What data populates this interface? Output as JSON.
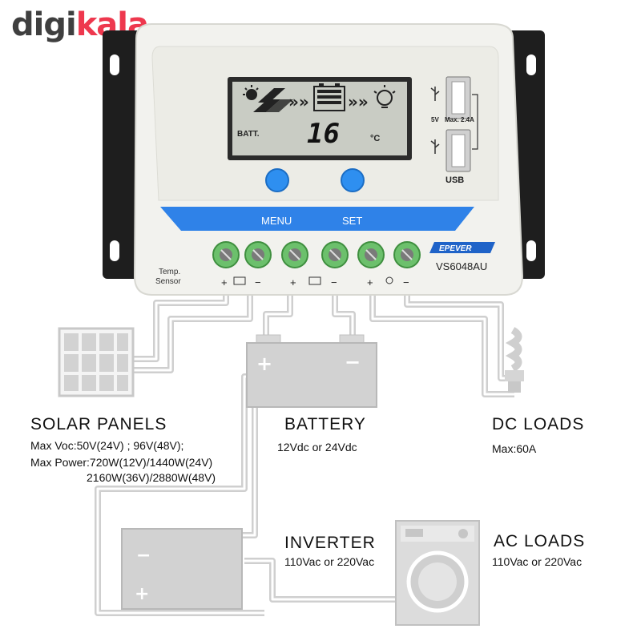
{
  "brand": {
    "logo_part1": "digi",
    "logo_part2": "kala",
    "logo_color": "#ee384e"
  },
  "controller": {
    "lcd": {
      "batt_label": "BATT.",
      "value": "16",
      "unit": "°C"
    },
    "usb": {
      "voltage": "5V",
      "max": "Max. 2.4A",
      "label": "USB"
    },
    "buttons": {
      "menu": "MENU",
      "set": "SET"
    },
    "brand": "EPEVER",
    "model": "VS6048AU",
    "temp_sensor": [
      "Temp.",
      "Sensor"
    ],
    "polarity": [
      "+",
      "−",
      "+",
      "−",
      "+",
      "−"
    ]
  },
  "labels": {
    "solar": {
      "title": "SOLAR  PANELS",
      "line1": "Max  Voc:50V(24V) ; 96V(48V);",
      "line2": "Max  Power:720W(12V)/1440W(24V)",
      "line3": "2160W(36V)/2880W(48V)"
    },
    "battery": {
      "title": "BATTERY",
      "line1": "12Vdc  or  24Vdc"
    },
    "dc_loads": {
      "title": "DC  LOADS",
      "line1": "Max:60A"
    },
    "inverter": {
      "title": "INVERTER",
      "line1": "110Vac  or  220Vac"
    },
    "ac_loads": {
      "title": "AC  LOADS",
      "line1": "110Vac  or  220Vac"
    }
  },
  "colors": {
    "lcd": "#c9ccc4",
    "button": "#2e8ff0",
    "stripe": "#2f82e8",
    "terminal": "#6cc06c",
    "wire": "#c8c8c8"
  }
}
